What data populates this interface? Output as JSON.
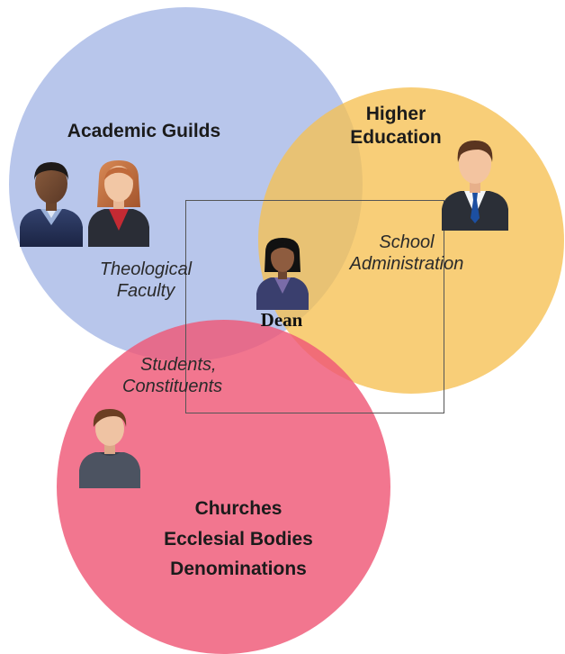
{
  "diagram": {
    "circles": {
      "academic_guilds": {
        "label": "Academic Guilds",
        "color": "#aebee8"
      },
      "higher_education": {
        "lines": [
          "Higher",
          "Education"
        ],
        "color": "#f6c052"
      },
      "churches": {
        "lines": [
          "Churches",
          "Ecclesial Bodies",
          "Denominations"
        ],
        "color": "#ef5876"
      }
    },
    "overlap_labels": {
      "theological_faculty": [
        "Theological",
        "Faculty"
      ],
      "school_administration": [
        "School",
        "Administration"
      ],
      "students_constituents": [
        "Students,",
        "Constituents"
      ]
    },
    "center": {
      "label": "Dean"
    },
    "icons": {
      "academic_man": "person-man-icon",
      "academic_woman": "person-woman-icon",
      "higher_ed_man": "businessman-icon",
      "dean": "woman-dean-icon",
      "church_member": "person-icon"
    }
  }
}
